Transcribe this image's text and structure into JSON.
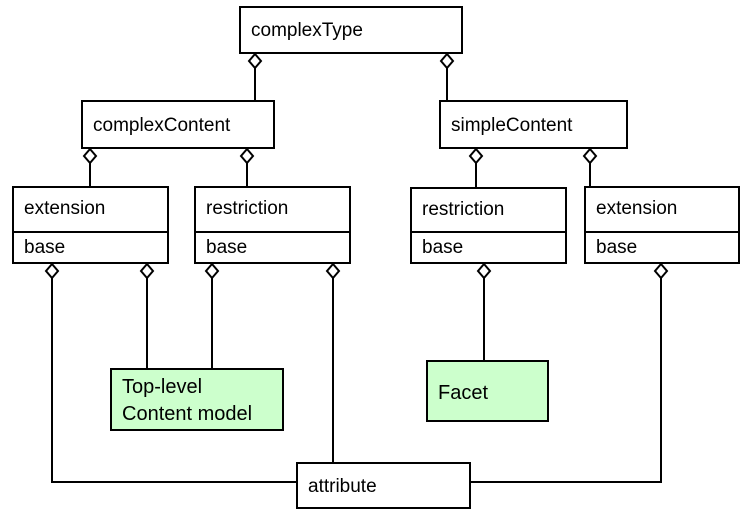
{
  "diagram": {
    "complex_type": "complexType",
    "complex_content": "complexContent",
    "simple_content": "simpleContent",
    "cc_extension": {
      "name": "extension",
      "attr": "base"
    },
    "cc_restriction": {
      "name": "restriction",
      "attr": "base"
    },
    "sc_restriction": {
      "name": "restriction",
      "attr": "base"
    },
    "sc_extension": {
      "name": "extension",
      "attr": "base"
    },
    "top_level_line1": "Top-level",
    "top_level_line2": "Content model",
    "facet": "Facet",
    "attribute": "attribute",
    "colors": {
      "highlight_fill": "#ccffcc",
      "stroke": "#000000"
    }
  }
}
